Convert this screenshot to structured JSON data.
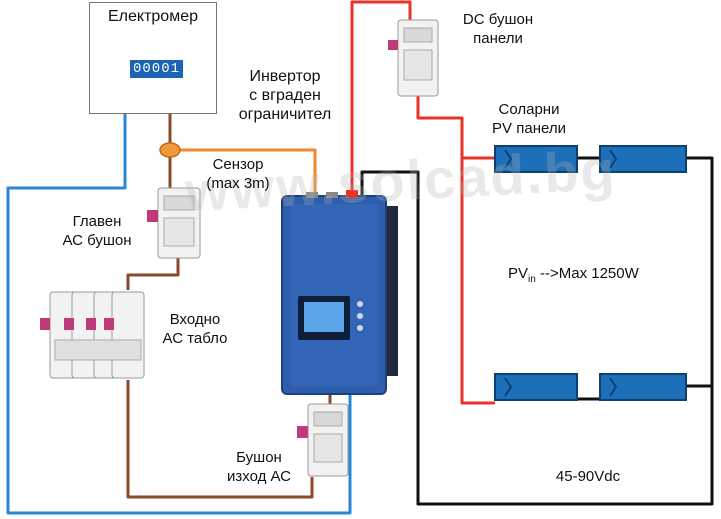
{
  "diagram": {
    "meter": {
      "title": "Електромер",
      "reading": "00001"
    },
    "inverter_label": [
      "Инвертор",
      "с вграден",
      "ограничител"
    ],
    "sensor_label": [
      "Сензор",
      "(max 3m)"
    ],
    "main_breaker_label": [
      "Главен",
      "АС бушон"
    ],
    "input_panel_label": [
      "Входно",
      "АС табло"
    ],
    "output_fuse_label": [
      "Бушон",
      "изход АС"
    ],
    "dc_fuse_label": [
      "DC бушон",
      "панели"
    ],
    "solar_label": [
      "Соларни",
      "PV панели"
    ],
    "pv_power_label": {
      "prefix": "PV",
      "sub": "in",
      "suffix": " -->Max 1250W"
    },
    "voltage_label": "45-90Vdc",
    "watermark": "www.solcad.bg",
    "colors": {
      "dc_positive": "#e8322a",
      "dc_negative": "#111111",
      "ac_line": "#8a4a2a",
      "sensor": "#ee8a2a",
      "neutral": "#2a86d6",
      "panel_blue": "#1c6fb8",
      "inverter_blue": "#2d5fae"
    }
  }
}
